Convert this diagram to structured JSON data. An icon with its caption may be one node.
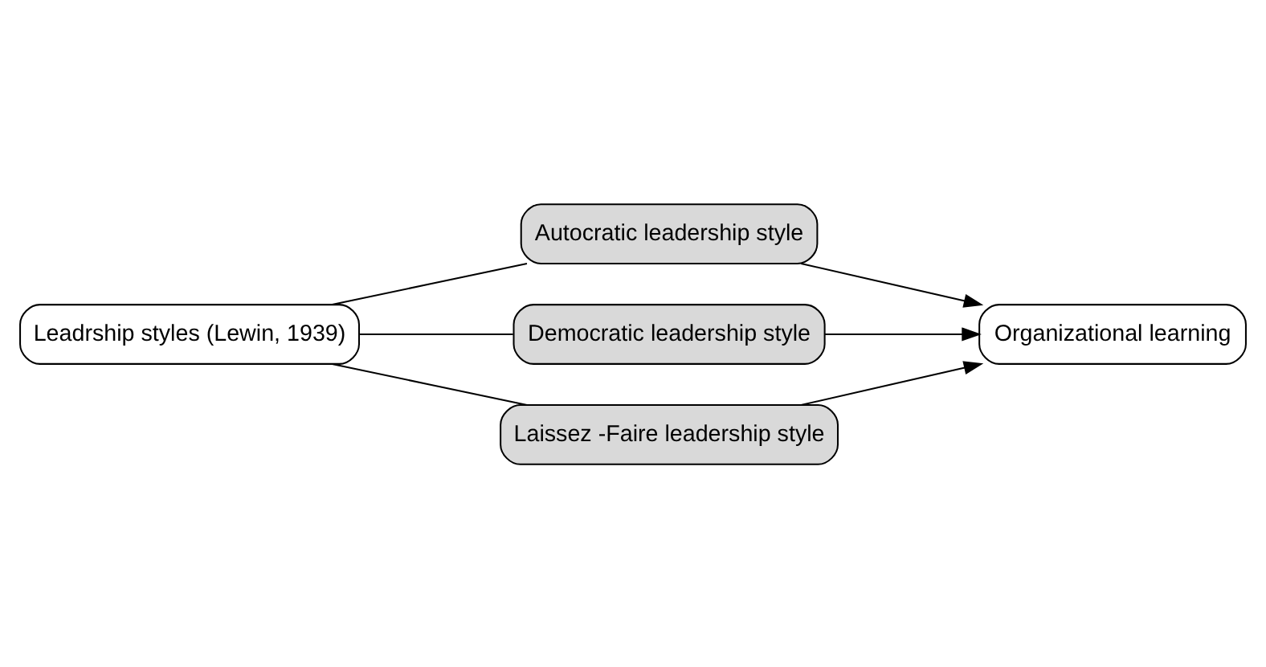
{
  "diagram": {
    "nodes": [
      {
        "text": [
          "Leadrship styles (Lewin, 1939)"
        ]
      },
      {
        "text": [
          "Autocratic leadership style"
        ]
      },
      {
        "text": [
          "Democratic leadership style"
        ]
      },
      {
        "text": [
          "Laissez -Faire leadership style"
        ]
      },
      {
        "text": [
          "Organizational learning"
        ]
      }
    ],
    "edges": [
      {
        "from": 0,
        "to": 1,
        "arrow": "none"
      },
      {
        "from": 0,
        "to": 2,
        "arrow": "none"
      },
      {
        "from": 0,
        "to": 3,
        "arrow": "none"
      },
      {
        "from": 1,
        "to": 4,
        "arrow": "to"
      },
      {
        "from": 2,
        "to": 4,
        "arrow": "to"
      },
      {
        "from": 3,
        "to": 4,
        "arrow": "to"
      }
    ]
  }
}
